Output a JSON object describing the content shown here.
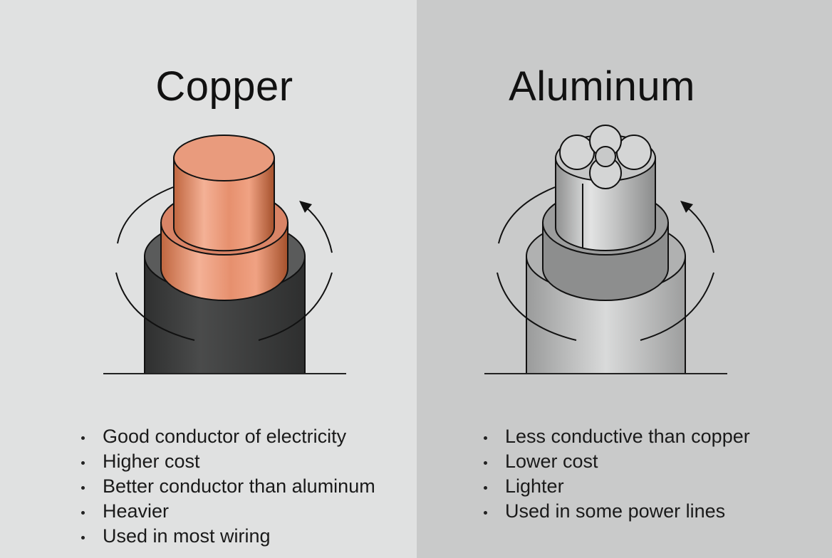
{
  "copper": {
    "title": "Copper",
    "bullets": [
      "Good conductor of electricity",
      "Higher cost",
      "Better conductor than aluminum",
      "Heavier",
      "Used in most wiring"
    ],
    "colors": {
      "jacket": "#3a3b3b",
      "conductor": "#e39a7c",
      "conductor_dark": "#a5512c"
    }
  },
  "aluminum": {
    "title": "Aluminum",
    "bullets": [
      "Less conductive than copper",
      "Lower cost",
      "Lighter",
      "Used in some power lines"
    ],
    "colors": {
      "jacket": "#b8b9b9",
      "conductor": "#d6d7d7",
      "insulation": "#8d8e8e"
    }
  },
  "icons": [
    "rotation-arrow-icon",
    "cable-cross-section-icon"
  ]
}
